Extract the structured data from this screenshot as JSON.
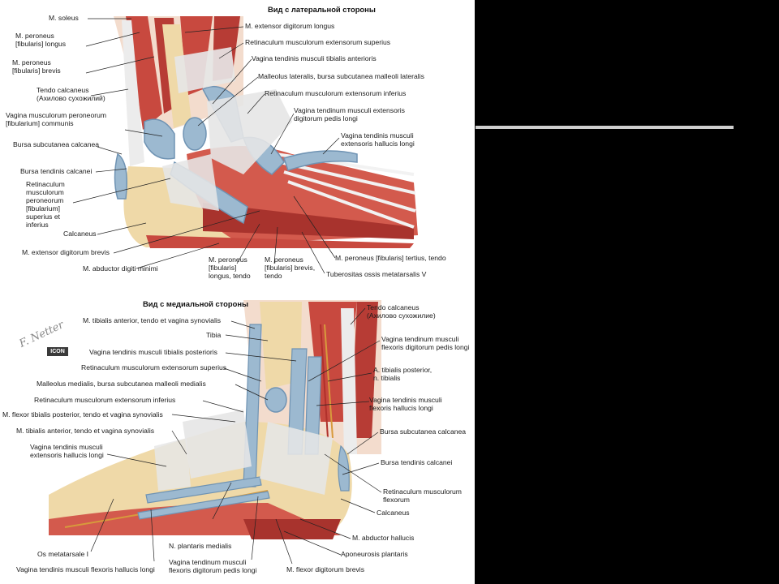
{
  "colors": {
    "muscle": "#c8493f",
    "muscle_dark": "#9e2f2a",
    "sheath": "#9cb9d0",
    "sheath_dark": "#6f93b3",
    "bone": "#efd9a8",
    "retinaculum": "#e6e6e6",
    "background": "#000000",
    "panel": "#ffffff"
  },
  "lateral": {
    "title": "Вид с латеральной стороны",
    "labels": {
      "soleus": "M. soleus",
      "per_longus_1": "M. peroneus",
      "per_longus_2": "[fibularis] longus",
      "per_brevis_1": "M. peroneus",
      "per_brevis_2": "[fibularis] brevis",
      "tendo_1": "Tendo calcaneus",
      "tendo_2": "(Ахилово сухожилий)",
      "vag_per_1": "Vagina musculorum peroneorum",
      "vag_per_2": "[fibularium] communis",
      "bursa_subcut": "Bursa subcutanea calcanea",
      "bursa_tend": "Bursa tendinis calcanei",
      "ret_per_1": "Retinaculum",
      "ret_per_2": "musculorum",
      "ret_per_3": "peroneorum",
      "ret_per_4": "[fibularium]",
      "ret_per_5": "superius et",
      "ret_per_6": "inferius",
      "calcaneus": "Calcaneus",
      "ext_brevis": "M. extensor digitorum brevis",
      "abd_minimi": "M. abductor digiti minimi",
      "ext_longus": "M. extensor digitorum longus",
      "ret_sup": "Retinaculum musculorum extensorum superius",
      "vag_tib_ant": "Vagina tendinis musculi tibialis anterioris",
      "malleolus": "Malleolus lateralis, bursa subcutanea malleoli lateralis",
      "ret_inf": "Retinaculum musculorum extensorum inferius",
      "vag_ext_dig_1": "Vagina tendinum musculi extensoris",
      "vag_ext_dig_2": "digitorum pedis longi",
      "vag_ext_hal_1": "Vagina tendinis musculi",
      "vag_ext_hal_2": "extensoris hallucis longi",
      "per_long_t_1": "M. peroneus",
      "per_long_t_2": "[fibularis]",
      "per_long_t_3": "longus, tendo",
      "per_brev_t_1": "M. peroneus",
      "per_brev_t_2": "[fibularis] brevis,",
      "per_brev_t_3": "tendo",
      "per_tertius": "M. peroneus [fibularis] tertius, tendo",
      "tuberositas": "Tuberositas ossis metatarsalis V"
    }
  },
  "medial": {
    "title": "Вид с медиальной стороны",
    "labels": {
      "tib_ant_1": "M. tibialis anterior, tendo et vagina synovialis",
      "tibia": "Tibia",
      "vag_tib_post": "Vagina tendinis musculi tibialis posterioris",
      "ret_sup": "Retinaculum musculorum extensorum superius",
      "malleolus": "Malleolus medialis, bursa subcutanea malleoli medialis",
      "ret_inf": "Retinaculum musculorum extensorum inferius",
      "flex_tib_post": "M. flexor tibialis posterior, tendo et vagina synovialis",
      "tib_ant_2": "M. tibialis anterior, tendo et vagina synovialis",
      "vag_ext_hal_1": "Vagina tendinis musculi",
      "vag_ext_hal_2": "extensoris hallucis longi",
      "os_meta": "Os metatarsale I",
      "vag_flex_hal_bottom": "Vagina tendinis musculi flexoris hallucis longi",
      "n_plantaris": "N. plantaris medialis",
      "vag_flex_dig_1": "Vagina tendinum musculi",
      "vag_flex_dig_2": "flexoris digitorum pedis longi",
      "flex_dig_brevis": "M. flexor digitorum brevis",
      "tendo_1": "Tendo calcaneus",
      "tendo_2": "(Ахилово сухожилие)",
      "vag_flex_dig_r_1": "Vagina tendinum musculi",
      "vag_flex_dig_r_2": "flexoris digitorum pedis longi",
      "a_tib_1": "A. tibialis posterior,",
      "a_tib_2": "n. tibialis",
      "vag_flex_hal_r_1": "Vagina tendinis musculi",
      "vag_flex_hal_r_2": "flexoris hallucis longi",
      "bursa_subcut": "Bursa subcutanea calcanea",
      "bursa_tend": "Bursa tendinis calcanei",
      "ret_flex_1": "Retinaculum musculorum",
      "ret_flex_2": "flexorum",
      "calcaneus": "Calcaneus",
      "abd_hallucis": "M. abductor hallucis",
      "aponeurosis": "Aponeurosis plantaris"
    }
  },
  "branding": {
    "signature": "F. Netter",
    "logo": "ICON"
  }
}
